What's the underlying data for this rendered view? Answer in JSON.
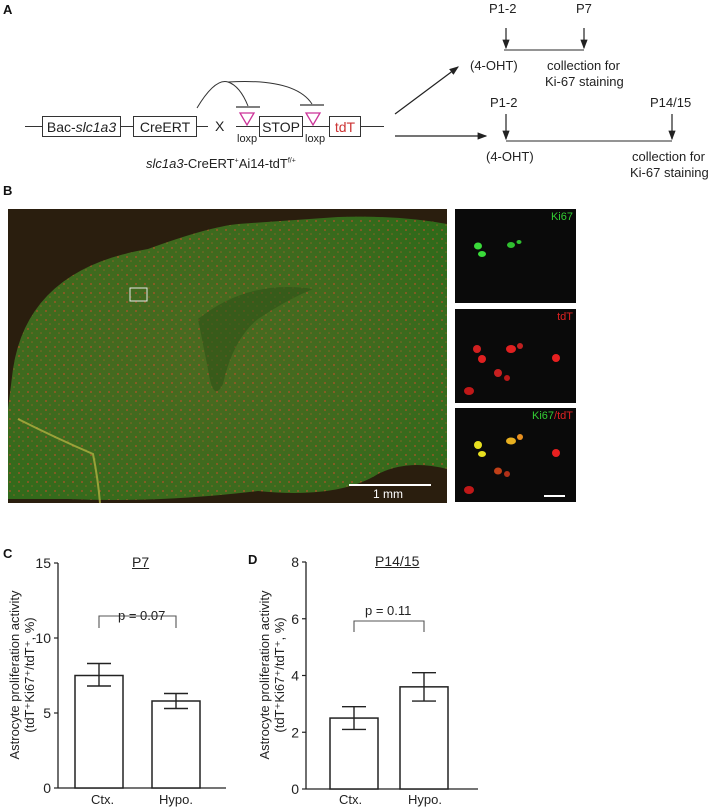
{
  "panel_a": {
    "letter": "A",
    "construct": {
      "bac_label_prefix": "Bac-",
      "bac_label_gene": "slc1a3",
      "creert_label": "CreERT",
      "cross_symbol": "X",
      "stop_label": "STOP",
      "tdt_label": "tdT",
      "loxp_label_1": "loxp",
      "loxp_label_2": "loxp",
      "genotype_gene": "slc1a3",
      "genotype_rest": "-CreERT",
      "genotype_sup1": "+",
      "genotype_mid": "Ai14-tdT",
      "genotype_sup2": "f/+"
    },
    "timeline_1": {
      "start_label": "P1-2",
      "end_label": "P7",
      "treatment_label": "(4-OHT)",
      "collection_line1": "collection for",
      "collection_line2": "Ki-67 staining"
    },
    "timeline_2": {
      "start_label": "P1-2",
      "end_label": "P14/15",
      "treatment_label": "(4-OHT)",
      "collection_line1": "collection for",
      "collection_line2": "Ki-67 staining"
    },
    "colors": {
      "loxp": "#cc3399",
      "tdt_text": "#cc3333"
    }
  },
  "panel_b": {
    "letter": "B",
    "scale_bar_label": "1 mm",
    "inset_labels": {
      "ki67": "Ki67",
      "tdt": "tdT",
      "merge_ki67": "Ki67",
      "merge_sep": "/",
      "merge_tdt": "tdT"
    },
    "colors": {
      "green": "#33cc33",
      "red": "#dd2222"
    }
  },
  "chart_data": [
    {
      "panel": "C",
      "type": "bar",
      "title": "P7",
      "categories": [
        "Ctx.",
        "Hypo."
      ],
      "values": [
        7.5,
        5.8
      ],
      "error_upper": [
        8.3,
        6.3
      ],
      "error_lower": [
        6.8,
        5.3
      ],
      "ylabel_line1": "Astrocyte proliferation activity",
      "ylabel_line2": "(tdT⁺Ki67⁺/tdT⁺, %)",
      "xlabel": "",
      "ylim": [
        0,
        15
      ],
      "yticks": [
        0,
        5,
        10,
        15
      ],
      "annotation": "p = 0.07",
      "grid": false
    },
    {
      "panel": "D",
      "type": "bar",
      "title": "P14/15",
      "categories": [
        "Ctx.",
        "Hypo."
      ],
      "values": [
        2.5,
        3.6
      ],
      "error_upper": [
        2.9,
        4.1
      ],
      "error_lower": [
        2.1,
        3.1
      ],
      "ylabel_line1": "Astrocyte proliferation activity",
      "ylabel_line2": "(tdT⁺Ki67⁺/tdT⁺, %)",
      "xlabel": "",
      "ylim": [
        0,
        8
      ],
      "yticks": [
        0,
        2,
        4,
        6,
        8
      ],
      "annotation": "p = 0.11",
      "grid": false
    }
  ],
  "panel_c": {
    "letter": "C"
  },
  "panel_d": {
    "letter": "D"
  }
}
